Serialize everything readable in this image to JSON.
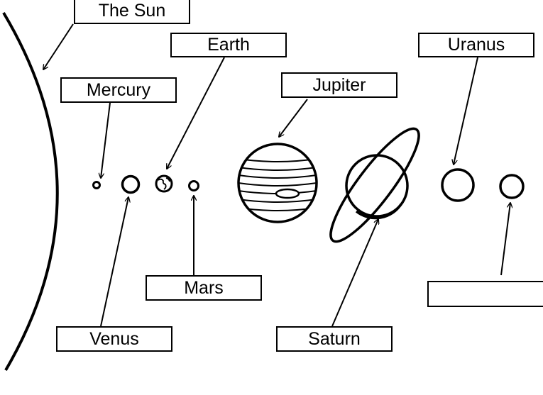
{
  "labels": {
    "sun": "The Sun",
    "mercury": "Mercury",
    "venus": "Venus",
    "earth": "Earth",
    "mars": "Mars",
    "jupiter": "Jupiter",
    "saturn": "Saturn",
    "uranus": "Uranus",
    "blank": ""
  },
  "colors": {
    "ink": "#000000",
    "background": "#ffffff"
  }
}
